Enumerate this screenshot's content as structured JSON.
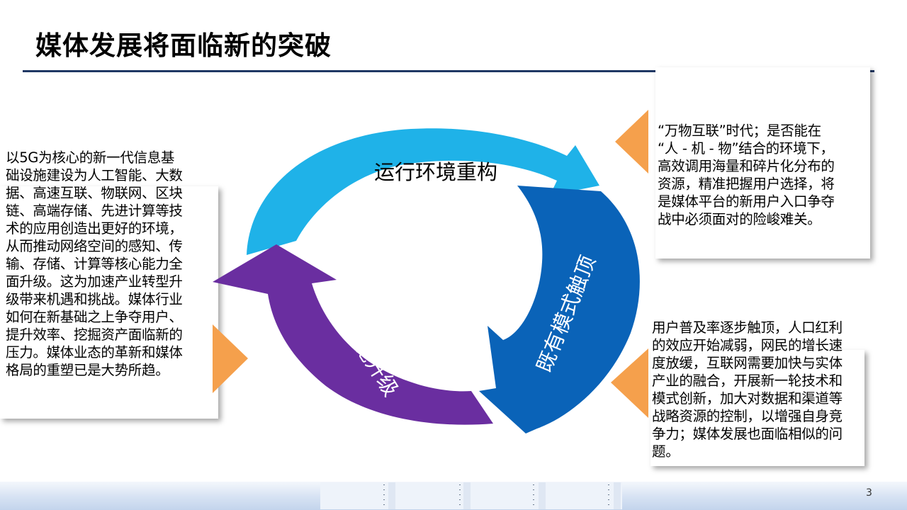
{
  "slide": {
    "title": "媒体发展将面临新的突破",
    "page_number": "3"
  },
  "cycle": {
    "top_label": "运行环境重构",
    "right_label": "既有模式触顶",
    "left_label": "基础设施升级",
    "colors": {
      "top_arrow": "#1fb2e8",
      "right_arrow": "#0a63b8",
      "left_arrow": "#6a2ea0",
      "pointer": "#f5a04c"
    }
  },
  "boxes": {
    "left": {
      "lines": [
        "以5G为核心的新一代信息基",
        "础设施建设为人工智能、大数",
        "据、高速互联、物联网、区块",
        "链、高端存储、先进计算等技",
        "术的应用创造出更好的环境，",
        "从而推动网络空间的感知、传",
        "输、存储、计算等核心能力全",
        "面升级。这为加速产业转型升",
        "级带来机遇和挑战。媒体行业",
        "如何在新基础之上争夺用户、",
        "提升效率、挖掘资产面临新的",
        "压力。媒体业态的革新和媒体",
        "格局的重塑已是大势所趋。"
      ]
    },
    "top_right": {
      "lines": [
        "“万物互联”时代；是否能在",
        "“人 - 机 - 物”结合的环境下，",
        "高效调用海量和碎片化分布的",
        "资源，精准把握用户选择，将",
        "是媒体平台的新用户入口争夺",
        "战中必须面对的险峻难关。"
      ]
    },
    "bottom_right": {
      "lines": [
        "用户普及率逐步触顶，人口红利",
        "的效应开始减弱，网民的增长速",
        "度放缓，互联网需要加快与实体",
        "产业的融合，开展新一轮技术和",
        "模式创新，加大对数据和渠道等",
        "战略资源的控制，以增强自身竞",
        "争力；媒体发展也面临相似的问",
        "题。"
      ]
    }
  }
}
